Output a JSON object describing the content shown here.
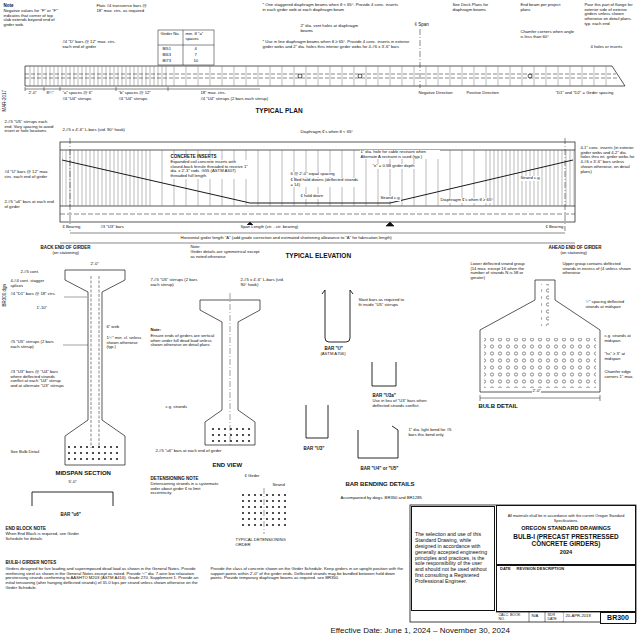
{
  "diagram": {
    "nodes": [
      {
        "text": [
          "The selection and use of this Standard Drawing, while designed in accordance with generally accepted engineering principles and practices, is the sole responsibility of the user and should not be used without first consulting a Registered Professional Engineer."
        ]
      },
      {
        "text": [
          "All materials shall be in accordance with the current Oregon Standard Specifications.",
          "OREGON STANDARD DRAWINGS",
          "BULB-I (PRECAST PRESTRESSED CONCRETE GIRDERS)",
          "2024"
        ]
      },
      {
        "text": [
          "DATE",
          "REVISION DESCRIPTION"
        ]
      },
      {
        "text": [
          "BR300"
        ]
      }
    ],
    "labels": [
      "Note",
      "Negative values for \"F\" or \"F'\" indicates that corner of top slab extends beyond end of girder web.",
      "Flats #4 transverse bars @ 18\" max. ctrs. as required",
      "#4 \"D\" bars @ 12\" max. ctrs. each end of girder",
      "Girder No.",
      "min. θ \"a\" spaces",
      "BI51",
      "4",
      "BI63",
      "7",
      "BI73",
      "10",
      "* One staggered diaphragm beams when θ < 65°. Provide 4 conc. inserts in each girder web at each diaphragm beam",
      "2\" dia. vent holes at diaphragm beams",
      "* Use in line diaphragm beams when θ ≥ 65°. Provide 4 conc. inserts in exterior girder webs and 2\" dia. holes thru interior girder webs for 4-#6 x 3'-6\" bars",
      "¢ Span",
      "See Deck Plans for diaphragm beams",
      "End beam per project plans",
      "Pour this part of flange for exterior side of exterior girders unless shown otherwise on detail plans. typ. each end",
      "Chamfer corners when angle is less than 60°",
      "4 holes or inserts",
      "Negative Direction",
      "Positive Direction",
      "\"D1\" and \"D2\" = Girder spacing",
      "2'-0\"",
      "8¼\"",
      "\"a\" spaces @ 6\"",
      "#4 \"U4\" stirrups",
      "\"b\" spaces @ 12\"",
      "#4 \"U4\" stirrups",
      "18\" max. ctrs.",
      "#4 \"U4\" stirrups (2 bars each stirrup)",
      "TYPICAL PLAN",
      "MAR-2017",
      "2-#5 \"U5\" stirrups each end. Vary spacing to avoid insert or hole locations",
      "2-#5 x 4'-6\" L-bars (std. 90° hook)",
      "#4 \"U\" bars @ 12\" max. ctrs. each end of girder",
      "2-#5 \"u6\" bars at each end of girder",
      "CONCRETE INSERTS",
      "Expanded coil concrete inserts with closed-back ferrule threaded to receive 1\" dia. x 2'-3\" rods. G55 (ASTM A307) threaded full length.",
      "Diaphragm ¢'s when θ < 65°",
      "1\" dia. hole for cable restraint when Alternate A restraint is used (typ.)",
      "\"e\" = 0.5B girder depth",
      "6 @ 2'-0\" equal spacing",
      "¢ Bed hold downs (deflected strands = 14)",
      "¢ hold down",
      "Strand c.g.",
      "Diaphragm ¢'s when θ ≥ 65°",
      "Strand c.g.",
      "4-1\" conc. inserts (in exterior girder webs and 4-2\" dia. holes thru int. girder webs for 4-#6 x 3'-6\" bars unless shown otherwise, on detail plans)",
      "¢ Bearing",
      "#3 \"U3\" bars",
      "Span Length (ctr. - ctr. bearing)",
      "¢ Bearing",
      "Horizontal girder length \"A\" (add grade correction and estimated shortening allowance to \"A\" for fabrication length)",
      "BACK END OF GIRDER",
      "(on stationing)",
      "Note:",
      "Girder details are symmetrical except as noted otherwise",
      "TYPICAL ELEVATION",
      "AHEAD END OF GIRDER",
      "(on stationing)",
      "BR300.dgn",
      "2'-0\"",
      "2-#5 cont.",
      "4-#4 cont. stagger splices",
      "#4 \"D1\" bars @ 18\" ctrs.",
      "1'-10\"",
      "6\" web",
      "1½\" min. cl. unless shown otherwise (typ.)",
      "#5 \"U5\" stirrups (2 bars each stirrup)",
      "#3 \"U3\" bars @ \"U4\" bars where deflected strands conflict at each \"U4\" stirrup and at alternate \"U3\" stirrups",
      "See Bulb Detail",
      "MIDSPAN SECTION",
      "5'-0\"",
      "BAR \"u6\"",
      "END BLOCK NOTE",
      "When End Block is required, see Girder Schedule for details",
      "7-#5 \"U5\" stirrups (2 bars each stirrup)",
      "2-#5 x 4'-6\" L-bars (std. 90° hook)",
      "Note:",
      "Ensure ends of girders are vertical when under full dead load unless shown otherwise on detail plans",
      "c.g. strands",
      "2-#5 \"u6\" bars at each end of girder",
      "END VIEW",
      "DETENSIONING NOTE",
      "Detensioning strands in a systematic order about girder ¢ to limit eccentricity.",
      "¢ Girder",
      "Strand",
      "TYPICAL DETENSIONING ORDER",
      "Slant bars as required to fit inside \"U5\" stirrups",
      "BAR \"U\"",
      "(ASTM A706)",
      "BAR \"U3a\"",
      "Use in lieu of \"U3\" bars when deflected strands conflict.",
      "BAR \"U3\"",
      "1\" dia. light bend for #5 bars this bend only",
      "BAR \"U4\" or \"U5\"",
      "BAR BENDING DETAILS",
      "Accompanied by dwgs. BR350 and BR1285",
      "Lower deflected strand group (14 max. except 16 when the number of strands N is 58 or greater)",
      "Upper group contains deflected strands in excess of (4 unless shown otherwise",
      "½\" spacing deflected strands at midspan",
      "c.g. strands at midspan",
      "\"hs\" ≥ 3\" at midspan",
      "Chamfer edge corners 1\" max.",
      "2'-0\"",
      "BULB DETAIL",
      "CALC. BOOK NO.",
      "N/A",
      "SDR DATE",
      "20-APR-2018",
      "BULB-I GIRDER NOTES",
      "Girders designed for live loading and superimposed dead load as shown in the General Notes. Provide reinforcing steel as shown in the General Notes except as noted. Provide ½\" dia. 7-wire low relaxation prestressing strands conforming to AASHTO M203 (ASTM A416). Grade 270. Supplement 1. Provide an initial tensioning (after hanging deflected strands) of 31.0 kips per strand unless shown otherwise on the Girder Schedule.",
      "Provide the class of concrete shown on the Girder Schedule. Keep girders in an upright position with the support points within 2'-0\" of the girder ends. Deflected strands may be bundled between hold down points. Provide temporary diaphragm beams as required. see BR350.",
      "Effective Date: June 1, 2024 – November 30, 2024"
    ]
  }
}
